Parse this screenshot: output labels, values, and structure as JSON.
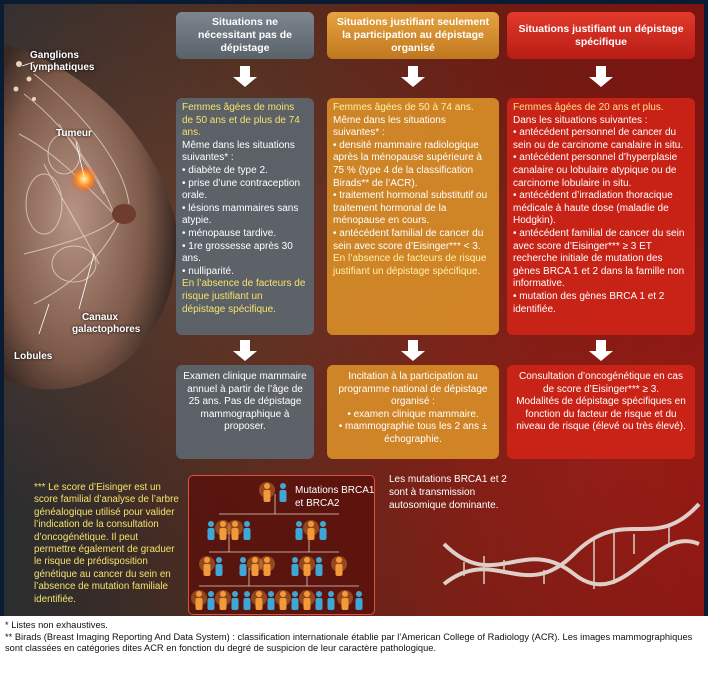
{
  "anatomy_labels": {
    "ganglions": "Ganglions lymphatiques",
    "tumeur": "Tumeur",
    "canaux": "Canaux galactophores",
    "lobules": "Lobules"
  },
  "headers": {
    "col1": "Situations ne nécessitant pas de dépistage",
    "col2": "Situations justifiant seulement la participation au dépistage organisé",
    "col3": "Situations justifiant un dépistage spécifique"
  },
  "col1": {
    "intro": "Femmes âgées de moins de 50 ans et de plus de 74 ans.",
    "lead": "Même dans les situations suivantes* :",
    "items": [
      "• diabète de type 2.",
      "• prise d’une contraception orale.",
      "• lésions mammaires sans atypie.",
      "• ménopause tardive.",
      "• 1re grossesse après 30 ans.",
      "• nulliparité."
    ],
    "outro": "En l’absence de facteurs de risque justifiant un dépistage spécifique."
  },
  "col2": {
    "intro": "Femmes âgées de 50 à 74 ans.",
    "lead": "Même dans les situations suivantes* :",
    "items": [
      "• densité mammaire radiologique après la ménopause supérieure à 75 % (type 4 de la classification Birads** de l’ACR).",
      "• traitement hormonal substitutif ou traitement hormonal de la ménopause en cours.",
      "• antécédent familial de cancer du sein avec score d’Eisinger*** < 3."
    ],
    "outro": "En l’absence de facteurs de risque justifiant un dépistage spécifique."
  },
  "col3": {
    "intro": "Femmes âgées de 20 ans et plus.",
    "lead": "Dans les situations suivantes :",
    "items": [
      "• antécédent personnel de cancer du sein ou de carcinome canalaire in situ.",
      "• antécédent personnel d’hyperplasie canalaire ou lobulaire atypique ou de carcinome lobulaire in situ.",
      "• antécédent d’irradiation thoracique médicale à haute dose (maladie de Hodgkin).",
      "• antécédent familial de cancer du sein avec score d’Eisinger*** ≥ 3 ET recherche initiale de mutation des gènes BRCA 1 et 2 dans la famille non informative.",
      "• mutation des gènes BRCA 1 et 2 identifiée."
    ]
  },
  "bottom": {
    "col1": "Examen clinique mammaire annuel à partir de l’âge de 25 ans. Pas de dépistage mammographique à proposer.",
    "col2_title": "Incitation à la participation au programme national de dépistage organisé :",
    "col2_items": [
      "• examen clinique mammaire.",
      "• mammographie tous les 2 ans ± échographie."
    ],
    "col3_title": "Consultation d’oncogénétique en cas de score d’Eisinger*** ≥ 3.",
    "col3_body": "Modalités de dépistage spécifiques en fonction du facteur de risque et du niveau de risque (élevé ou très élevé)."
  },
  "note": "*** Le score d’Eisinger est un score familial d’analyse de l’arbre généalogique utilisé pour valider l’indication de la consultation d’oncogénétique. Il peut permettre également de graduer le risque de prédisposition génétique au cancer du sein en l’absence de mutation familiale identifiée.",
  "tree_label": "Mutations BRCA1 et BRCA2",
  "brca_text": "Les mutations BRCA1 et 2 sont à transmission autosomique dominante.",
  "footnotes": {
    "f1": "* Listes non exhaustives.",
    "f2": "** Birads (Breast Imaging Reporting And Data System) : classification internationale établie par l’American College of Radiology (ACR). Les images mammographiques sont classées en catégories dites ACR en fonction du degré de suspicion de leur caractère pathologique."
  },
  "colors": {
    "grey": "#5c656e",
    "orange": "#d68c28",
    "red": "#cd2418",
    "highlight": "#f6e26b",
    "mutation": "#f29a3a",
    "normal": "#3fa7d6"
  }
}
